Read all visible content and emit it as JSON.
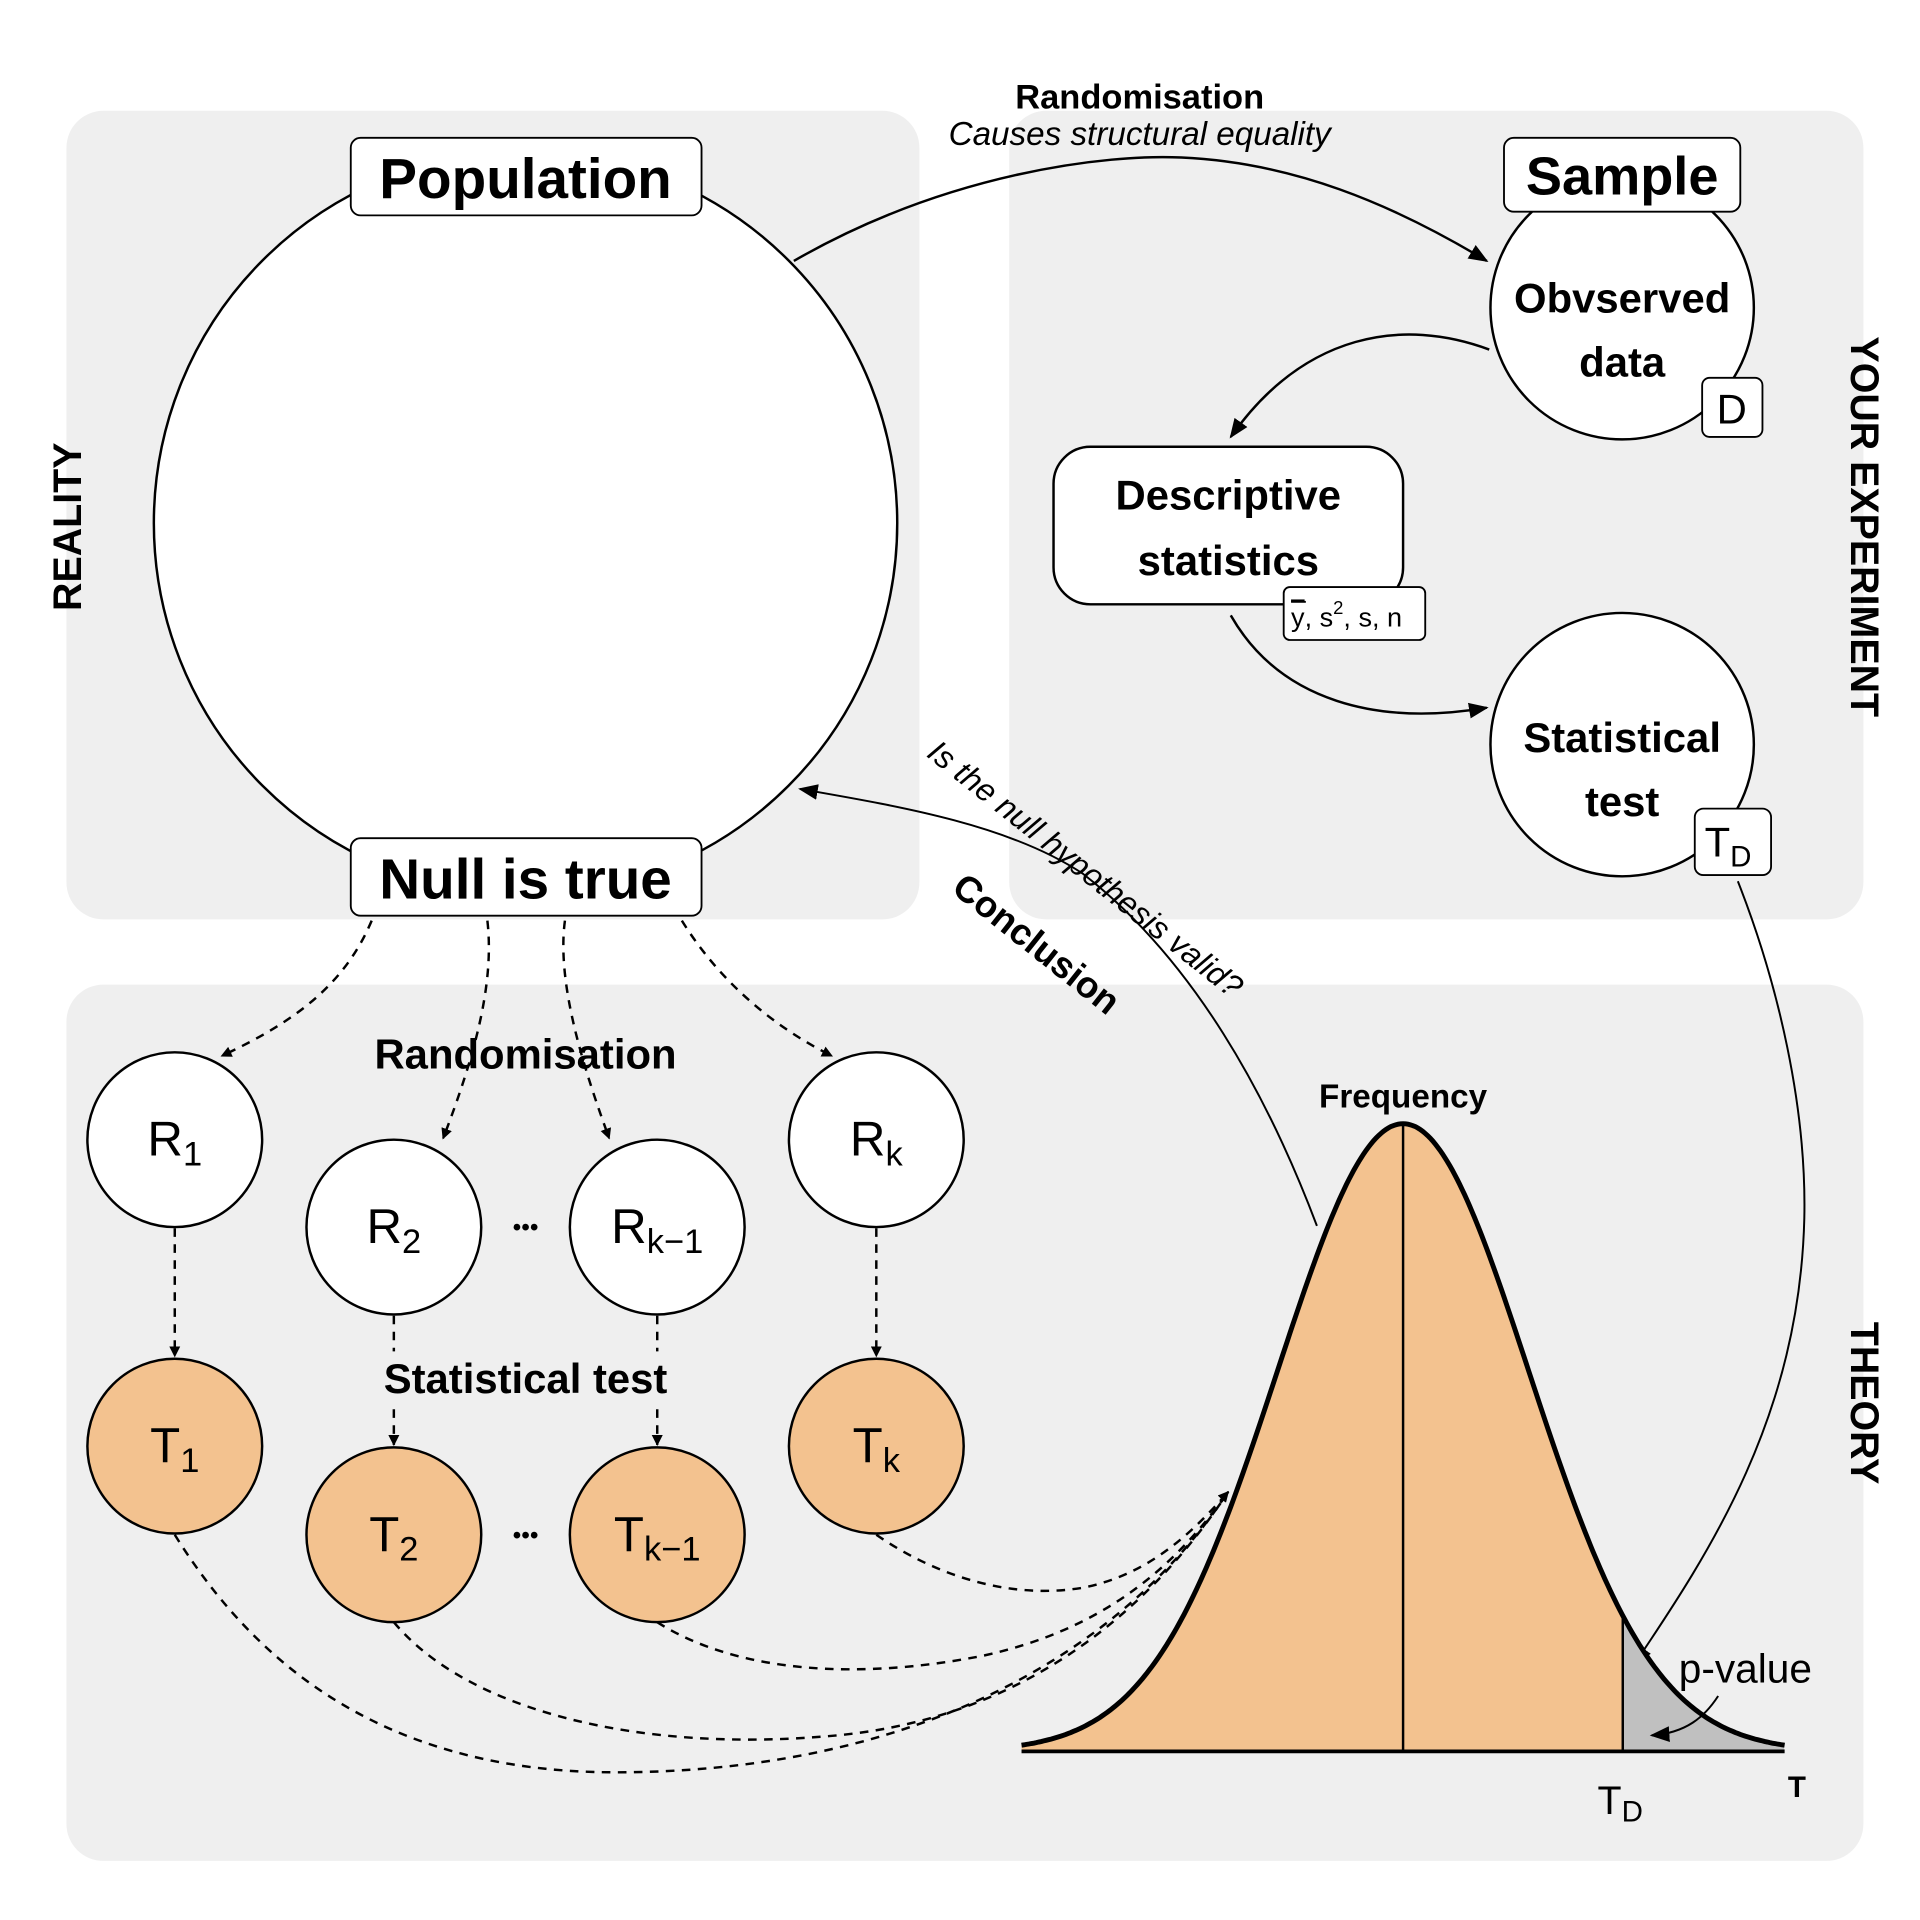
{
  "sections": {
    "reality": "REALITY",
    "experiment": "YOUR EXPERIMENT",
    "theory": "THEORY"
  },
  "reality": {
    "population_label": "Population",
    "null_label": "Null is true"
  },
  "top_arrow": {
    "title": "Randomisation",
    "subtitle": "Causes structural equality"
  },
  "experiment": {
    "sample_label": "Sample",
    "observed_line1": "Obvserved",
    "observed_line2": "data",
    "observed_badge": "D",
    "descriptive_line1": "Descriptive",
    "descriptive_line2": "statistics",
    "descriptive_badge": {
      "ybar": "y",
      "rest_a": ", s",
      "sup": "2",
      "rest_b": ", s, n"
    },
    "test_line1": "Statistical",
    "test_line2": "test",
    "test_badge_main": "T",
    "test_badge_sub": "D"
  },
  "conclusion": {
    "question": "Is the null hypothesis valid?",
    "label": "Conclusion"
  },
  "theory": {
    "randomisation_label": "Randomisation",
    "statistical_test_label": "Statistical test",
    "ellipsis": "•••",
    "r_nodes": [
      {
        "main": "R",
        "sub": "1"
      },
      {
        "main": "R",
        "sub": "2"
      },
      {
        "main": "R",
        "sub": "k−1"
      },
      {
        "main": "R",
        "sub": "k"
      }
    ],
    "t_nodes": [
      {
        "main": "T",
        "sub": "1"
      },
      {
        "main": "T",
        "sub": "2"
      },
      {
        "main": "T",
        "sub": "k−1"
      },
      {
        "main": "T",
        "sub": "k"
      }
    ],
    "distribution": {
      "y_label": "Frequency",
      "x_label": "T",
      "td_main": "T",
      "td_sub": "D",
      "p_value_label": "p-value",
      "td_position_sd": 1.75
    }
  },
  "colors": {
    "panel": "#efefef",
    "t_fill": "#f3c28f",
    "p_value_fill": "#c0c0c0"
  }
}
